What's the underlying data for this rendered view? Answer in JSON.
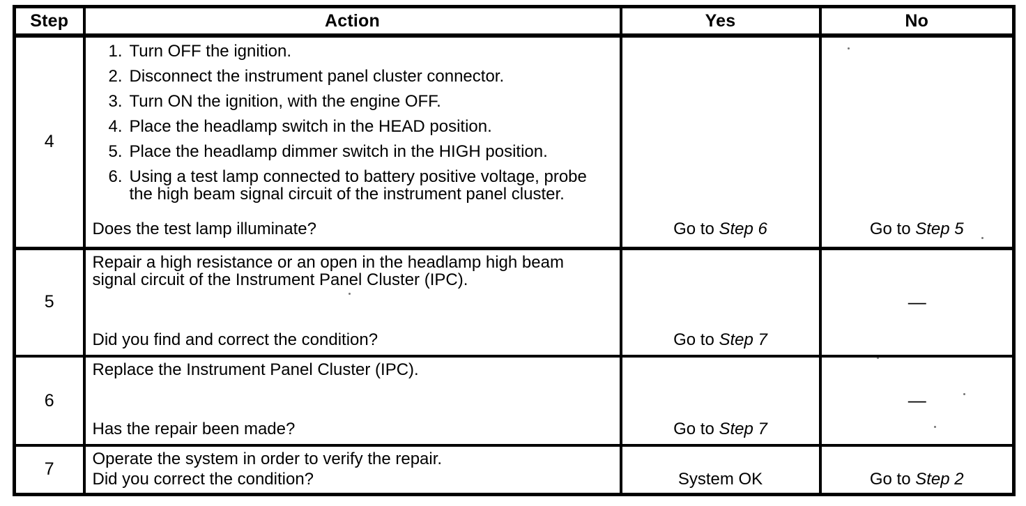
{
  "table": {
    "headers": {
      "step": "Step",
      "action": "Action",
      "yes": "Yes",
      "no": "No"
    },
    "rows": [
      {
        "step": "4",
        "action": {
          "list": [
            "Turn OFF the ignition.",
            "Disconnect the instrument panel cluster connector.",
            "Turn ON the ignition, with the engine OFF.",
            "Place the headlamp switch in the HEAD position.",
            "Place the headlamp dimmer switch in the HIGH position.",
            "Using a test lamp connected to battery positive voltage, probe the high beam signal circuit of the instrument panel cluster."
          ],
          "question": "Does the test lamp illuminate?"
        },
        "yes": {
          "prefix": "Go to ",
          "step": "Step 6"
        },
        "no": {
          "prefix": "Go to ",
          "step": "Step 5"
        }
      },
      {
        "step": "5",
        "action": {
          "text": "Repair a high resistance or an open in the headlamp high beam signal circuit of the Instrument Panel Cluster (IPC).",
          "question": "Did you find and correct the condition?"
        },
        "yes": {
          "prefix": "Go to ",
          "step": "Step 7"
        },
        "no": {
          "dash": "—"
        }
      },
      {
        "step": "6",
        "action": {
          "text": "Replace the Instrument Panel Cluster (IPC).",
          "question": "Has the repair been made?"
        },
        "yes": {
          "prefix": "Go to ",
          "step": "Step 7"
        },
        "no": {
          "dash": "—"
        }
      },
      {
        "step": "7",
        "action": {
          "text": "Operate the system in order to verify the repair.",
          "question": "Did you correct the condition?"
        },
        "yes": {
          "text": "System OK"
        },
        "no": {
          "prefix": "Go to ",
          "step": "Step 2"
        }
      }
    ]
  }
}
